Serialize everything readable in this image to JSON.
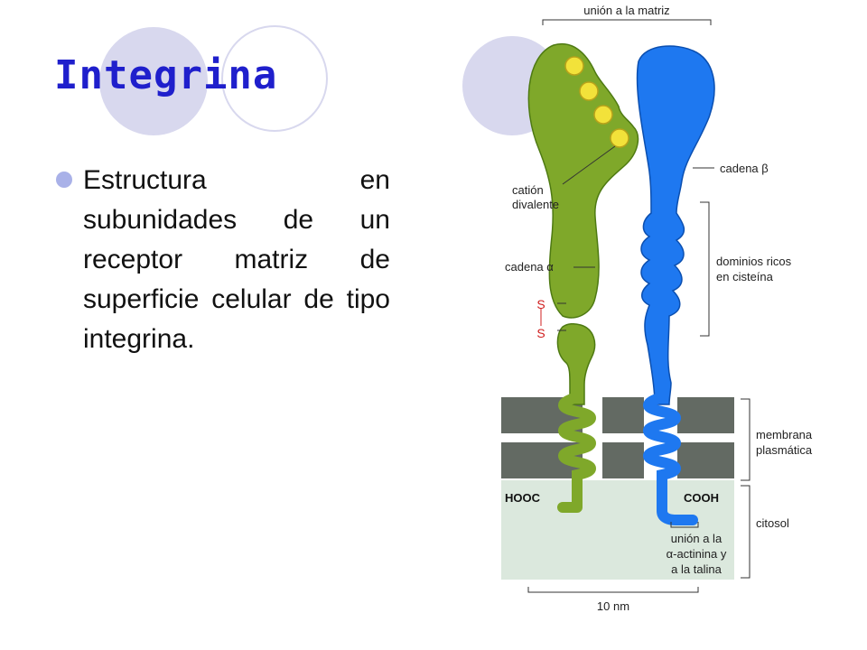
{
  "slide": {
    "title": "Integrina",
    "bullet": "Estructura en subunidades de un receptor matriz de superficie celular de tipo integrina."
  },
  "figure": {
    "labels": {
      "matrix_binding": "unión a la matriz",
      "beta_chain": "cadena β",
      "divalent_cation_line1": "catión",
      "divalent_cation_line2": "divalente",
      "cysteine_domains_line1": "dominios ricos",
      "cysteine_domains_line2": "en cisteína",
      "alpha_chain": "cadena α",
      "s_top": "S",
      "s_bottom": "S",
      "membrane_line1": "membrana",
      "membrane_line2": "plasmática",
      "hooc": "HOOC",
      "cooh": "COOH",
      "cytosol": "citosol",
      "actinin_line1": "unión a la",
      "actinin_line2": "α-actinina y",
      "actinin_line3": "a la talina",
      "scale": "10 nm"
    },
    "colors": {
      "alpha_chain": "#7fa82a",
      "alpha_chain_dark": "#4e7a12",
      "beta_chain": "#1e78f0",
      "beta_chain_dark": "#0b4fb0",
      "cation": "#f2e23a",
      "membrane": "#636a63",
      "cytosol": "#dbe8dd",
      "disulfide": "#d02020",
      "accent_title": "#1f1fcc",
      "decor_circle": "#d8d8ee",
      "bullet_dot": "#a9b1e8"
    },
    "icons": [
      "bullet-dot-icon",
      "divalent-cation-icon"
    ]
  }
}
